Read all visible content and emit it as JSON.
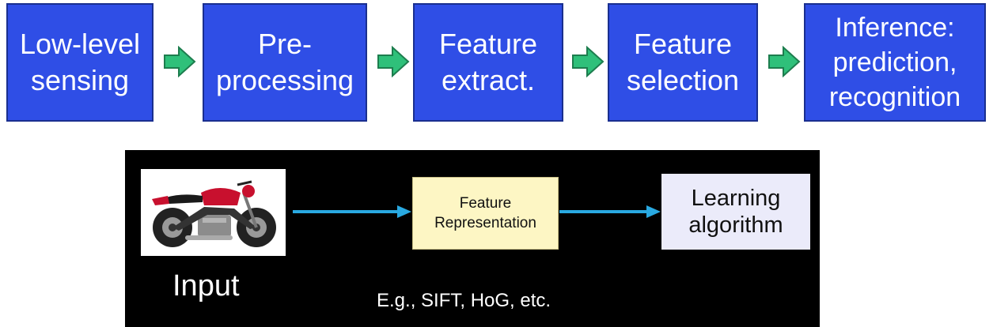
{
  "pipeline": {
    "stages": [
      "Low-level\nsensing",
      "Pre-\nprocessing",
      "Feature\nextract.",
      "Feature\nselection",
      "Inference:\nprediction,\nrecognition"
    ],
    "colors": {
      "stage_fill": "#2f4ee6",
      "arrow": "#2fc07a"
    }
  },
  "example": {
    "input_label": "Input",
    "feature_box": "Feature\nRepresentation",
    "learning_box": "Learning\nalgorithm",
    "examples_text": "E.g., SIFT, HoG, etc.",
    "colors": {
      "background": "#000000",
      "arrow": "#29a9e1",
      "feature_box": "#fdf6c4",
      "learning_box": "#ebebfa"
    },
    "image_subject": "red motorcycle"
  }
}
